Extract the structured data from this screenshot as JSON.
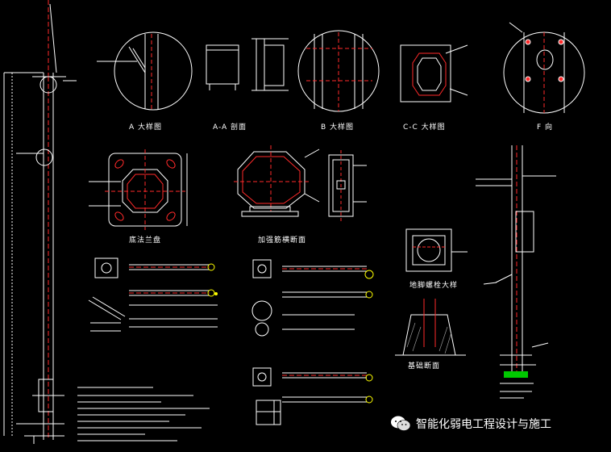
{
  "labels": {
    "detail_a": "A 大样图",
    "section_aa": "A-A 剖面",
    "detail_b": "B 大样图",
    "section_cc": "C-C 大样图",
    "view_f": "F 向",
    "flange_plan": "底法兰盘",
    "octagon_section": "加强筋横断面",
    "foundation": "基础断面",
    "foundation_small": "地脚螺栓大样"
  },
  "watermark": {
    "text": "智能化弱电工程设计与施工"
  },
  "colors": {
    "background": "#000000",
    "white": "#ffffff",
    "red": "#ff2a2a",
    "green": "#00c800",
    "yellow": "#ffff00",
    "cyan": "#00ffff"
  }
}
